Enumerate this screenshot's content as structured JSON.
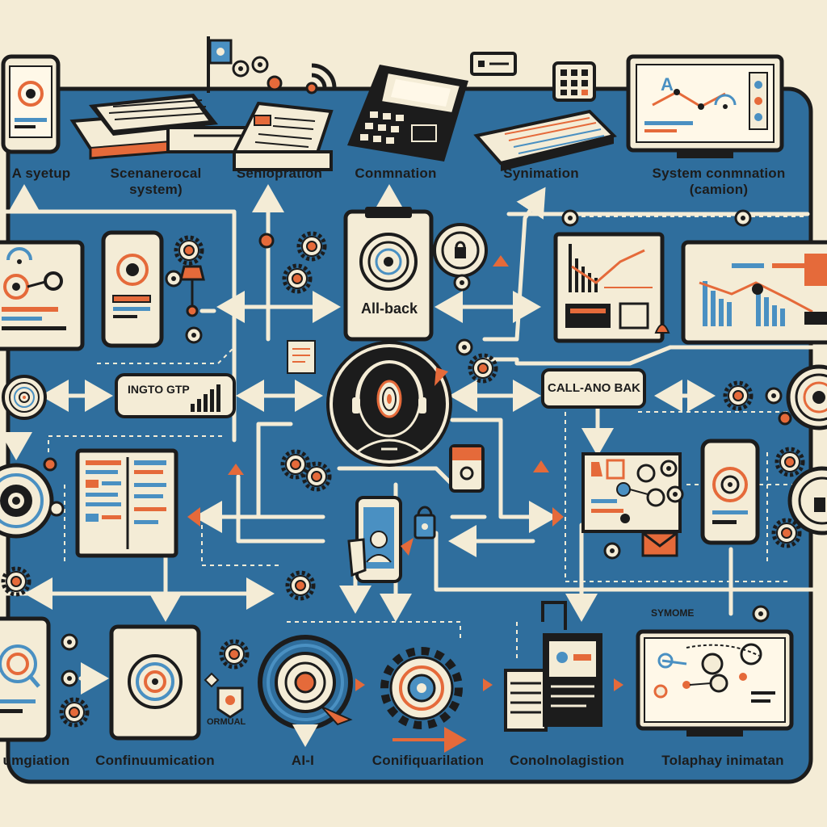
{
  "top_labels": [
    {
      "line1": "A syetup",
      "line2": ""
    },
    {
      "line1": "Scenanerocal",
      "line2": "system)"
    },
    {
      "line1": "Seniopration",
      "line2": ""
    },
    {
      "line1": "Conmnation",
      "line2": ""
    },
    {
      "line1": "Synimation",
      "line2": ""
    },
    {
      "line1": "System conmnation",
      "line2": "(camion)"
    }
  ],
  "center_card_label": "All-back",
  "left_tag_label": "INGTO GTP",
  "right_tag_label": "CALL-ANO BAK",
  "bottom_labels": [
    "umgiation",
    "Confinuumication",
    "AI-I",
    "Conifiquarilation",
    "Conolnolagistion",
    "Tolaphay inimatan"
  ],
  "small_labels": {
    "ormual": "ORMUAL",
    "system_note": "SYMOME",
    "monitor_letter": "A"
  },
  "colors": {
    "board_blue": "#2f6e9d",
    "cream": "#f4ecd6",
    "ink": "#1c1c1c",
    "orange": "#e56a3a",
    "light_blue": "#4a90c2"
  },
  "icons": [
    "smartphone-icon",
    "stacked-devices-icon",
    "flag-icon",
    "document-icon",
    "payment-terminal-icon",
    "speech-bubble-icon",
    "keypad-icon",
    "open-book-icon",
    "monitor-icon",
    "gear-icon",
    "fingerprint-icon",
    "headset-agent-icon",
    "hand-phone-icon",
    "target-icon",
    "envelope-icon",
    "bar-chart-icon"
  ]
}
